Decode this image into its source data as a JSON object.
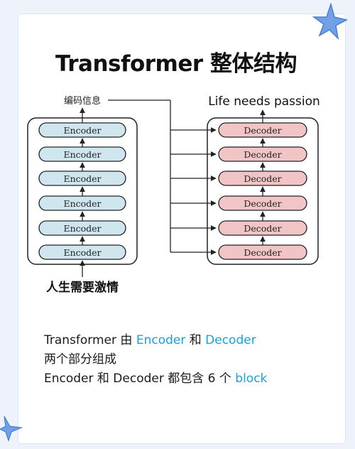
{
  "title": "Transformer 整体结构",
  "diagram": {
    "encoder_output_label": "编码信息",
    "decoder_output_label": "Life needs passion",
    "encoder_input_label": "人生需要激情",
    "encoder_blocks": [
      "Encoder",
      "Encoder",
      "Encoder",
      "Encoder",
      "Encoder",
      "Encoder"
    ],
    "decoder_blocks": [
      "Decoder",
      "Decoder",
      "Decoder",
      "Decoder",
      "Decoder",
      "Decoder"
    ],
    "colors": {
      "encoder_fill": "#cfe6ef",
      "decoder_fill": "#f1c5c5",
      "stroke": "#222222"
    }
  },
  "caption": {
    "line1_prefix": "Transformer 由 ",
    "line1_encoder": "Encoder",
    "line1_mid": " 和 ",
    "line1_decoder": "Decoder",
    "line2": "两个部分组成",
    "line3_prefix": "Encoder 和 Decoder 都包含 6 个 ",
    "line3_block": "block",
    "highlight_color": "#1aa0dc"
  }
}
